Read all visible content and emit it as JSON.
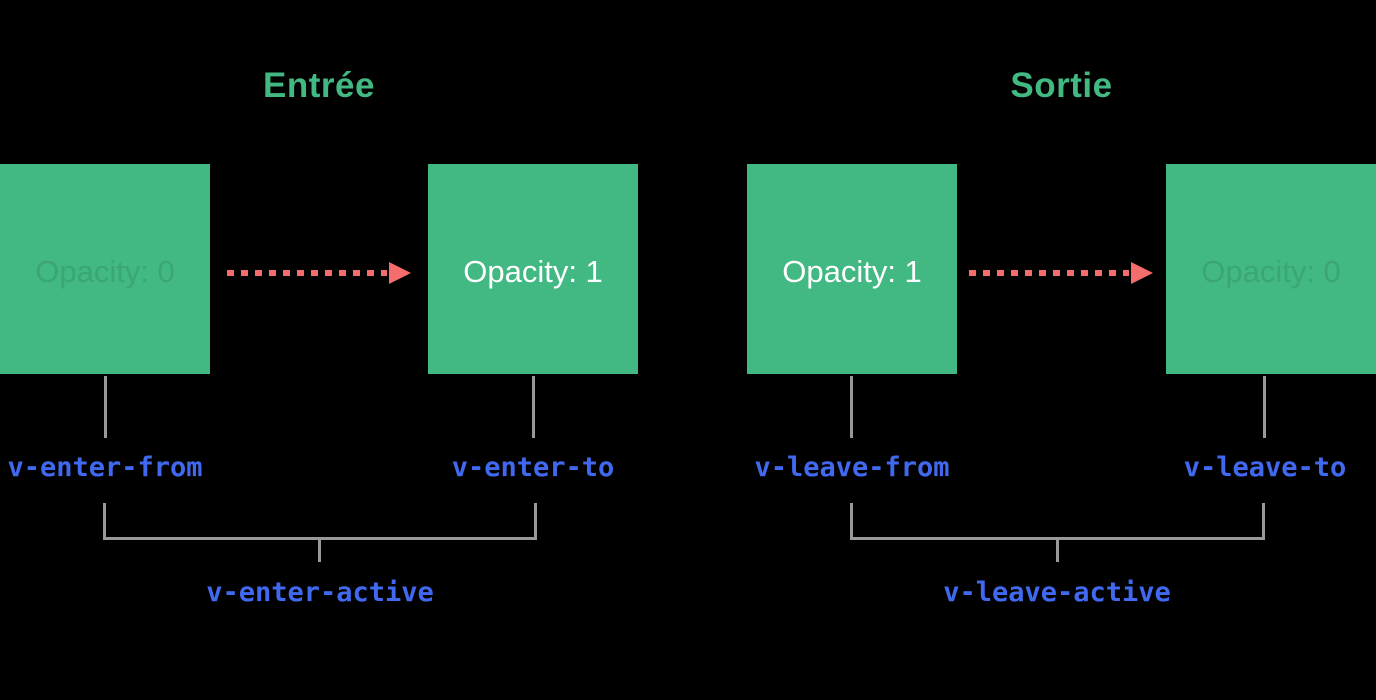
{
  "colors": {
    "background": "#000000",
    "box_green": "#42b883",
    "title_green": "#42b883",
    "arrow_red": "#f56c6c",
    "class_label_blue": "#4169f0",
    "connector_gray": "#999999",
    "box_text_white": "#ffffff"
  },
  "sections": [
    {
      "title": "Entrée",
      "from_box": {
        "label": "Opacity: 0",
        "appearance": "faded"
      },
      "to_box": {
        "label": "Opacity: 1",
        "appearance": "solid"
      },
      "from_class_label": "v-enter-from",
      "to_class_label": "v-enter-to",
      "active_class_label": "v-enter-active"
    },
    {
      "title": "Sortie",
      "from_box": {
        "label": "Opacity: 1",
        "appearance": "solid"
      },
      "to_box": {
        "label": "Opacity: 0",
        "appearance": "faded"
      },
      "from_class_label": "v-leave-from",
      "to_class_label": "v-leave-to",
      "active_class_label": "v-leave-active"
    }
  ]
}
